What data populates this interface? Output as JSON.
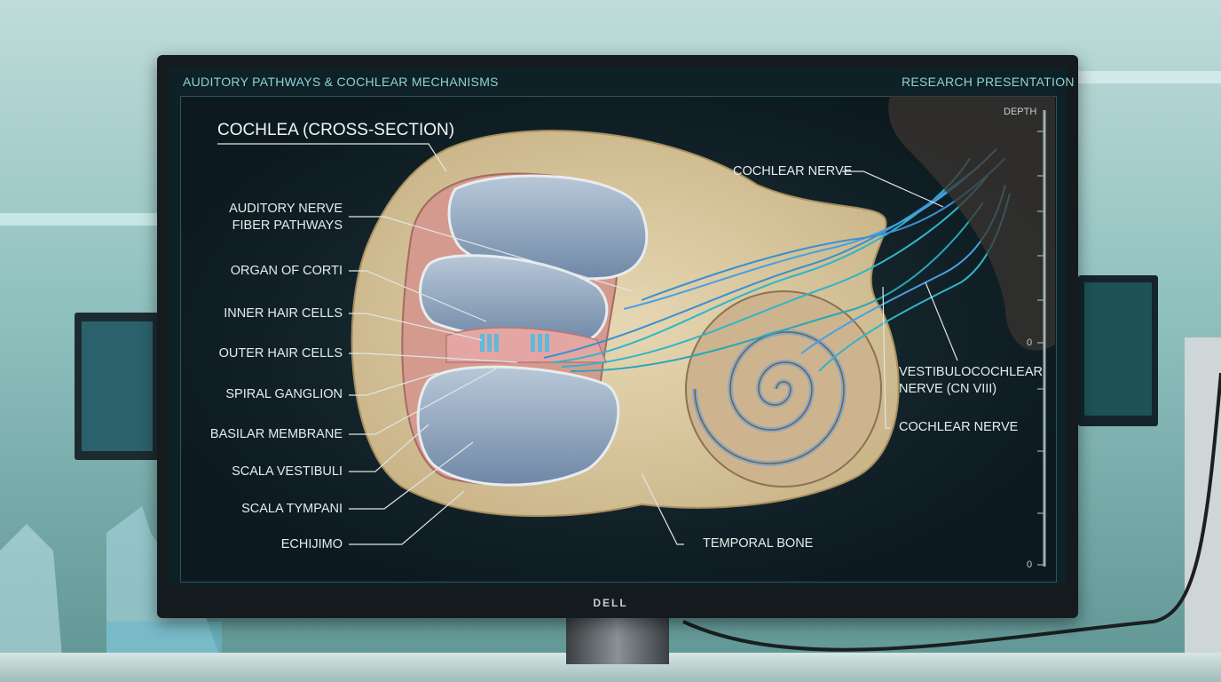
{
  "header": {
    "left_title": "AUDITORY PATHWAYS & COCHLEAR MECHANISMS",
    "right_title": "RESEARCH PRESENTATION"
  },
  "diagram": {
    "title": "COCHLEA (CROSS-SECTION)",
    "labels_left": [
      "AUDITORY NERVE\nFIBER PATHWAYS",
      "ORGAN OF CORTI",
      "INNER HAIR CELLS",
      "OUTER HAIR CELLS",
      "SPIRAL GANGLION",
      "BASILAR MEMBRANE",
      "SCALA VESTIBULI",
      "SCALA TYMPANI",
      "ECHIJIMO"
    ],
    "labels_right": {
      "cochlear_nerve_top": "COCHLEAR NERVE",
      "vestibulocochlear": "VESTIBULOCOCHLEAR\nNERVE (CN VIII)",
      "cochlear_nerve_bottom": "COCHLEAR NERVE",
      "temporal_bone": "TEMPORAL BONE"
    },
    "depth_scale": {
      "label": "DEPTH",
      "ticks": [
        "0",
        "0"
      ]
    }
  },
  "monitor": {
    "brand": "DELL"
  },
  "colors": {
    "header_text": "#8fd3d6",
    "bone": "#dccaa2",
    "fluid": "#8fa6c0",
    "nerve": "#2fb6c8"
  }
}
